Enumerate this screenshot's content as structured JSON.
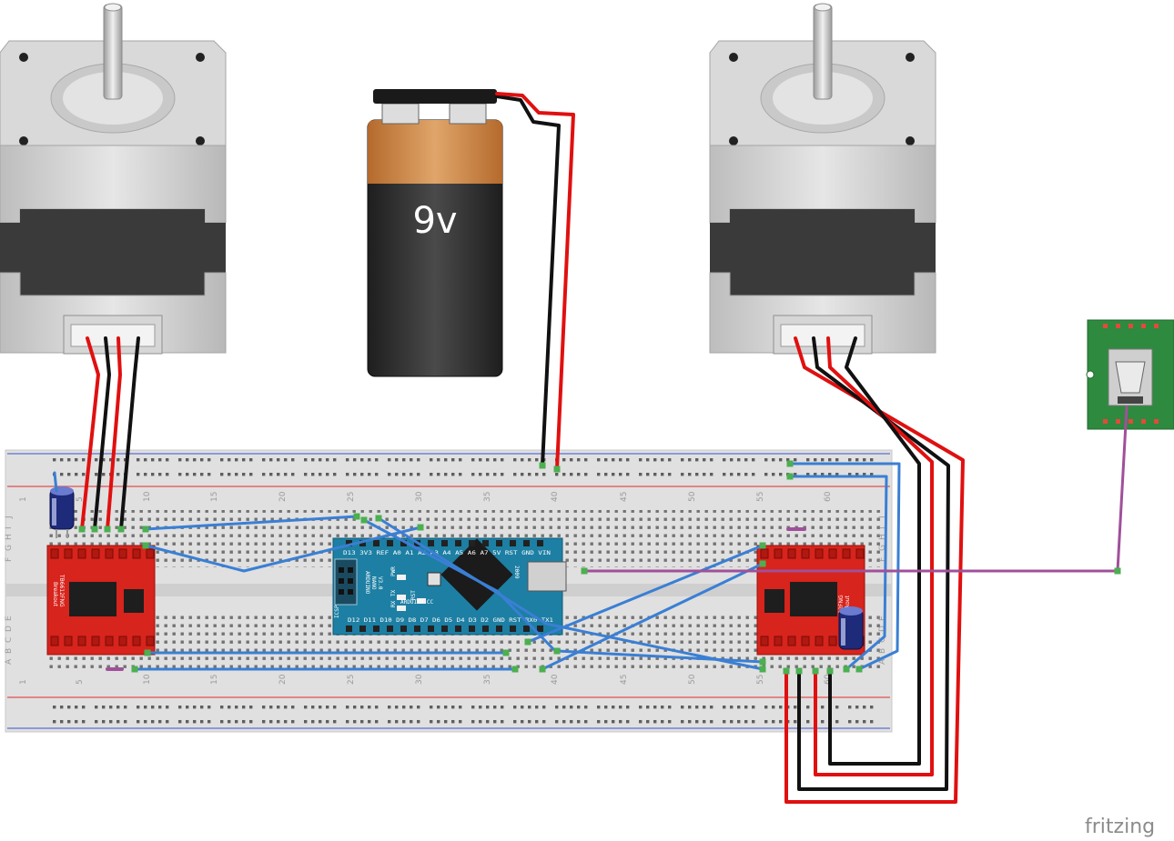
{
  "battery": {
    "label": "9v"
  },
  "arduino": {
    "name_lines": [
      "ARDUINO",
      "NANO",
      "V3.0"
    ],
    "url": "ARDUINO.CC",
    "model": "2009",
    "top_pins": "D13 3V3 REF A0 A1 A2 A3 A4 A5 A6 A7 5V RST GND VIN",
    "bottom_pins": "D12 D11 D10 D9 D8 D7 D6 D5 D4 D3 D2 GND RST RX0 TX1",
    "header_label": "ICSP",
    "led_labels": [
      "PWR",
      "TX",
      "RX",
      "RST"
    ]
  },
  "drivers": [
    {
      "chip": "TB6612FNG",
      "sub": "Breakout"
    },
    {
      "chip": "TB6612FNG",
      "sub": "Breakout"
    }
  ],
  "breadboard": {
    "column_numbers": [
      "1",
      "5",
      "10",
      "15",
      "20",
      "25",
      "30",
      "35",
      "40",
      "45",
      "50",
      "55",
      "60"
    ],
    "row_letters_top": [
      "J",
      "I",
      "H",
      "G",
      "F"
    ],
    "row_letters_bottom": [
      "E",
      "D",
      "C",
      "B",
      "A"
    ]
  },
  "brand": "fritzing",
  "colors": {
    "wire_blue": "#3a7fd4",
    "wire_red": "#e01010",
    "wire_black": "#111111",
    "wire_purple": "#a0509a",
    "driver_red": "#d7241c",
    "arduino_teal": "#1d7fa3",
    "usb_board_green": "#2e8a3e",
    "rail_red": "#e05050",
    "rail_blue": "#5a6fd0",
    "pin_green": "#4caf50"
  }
}
